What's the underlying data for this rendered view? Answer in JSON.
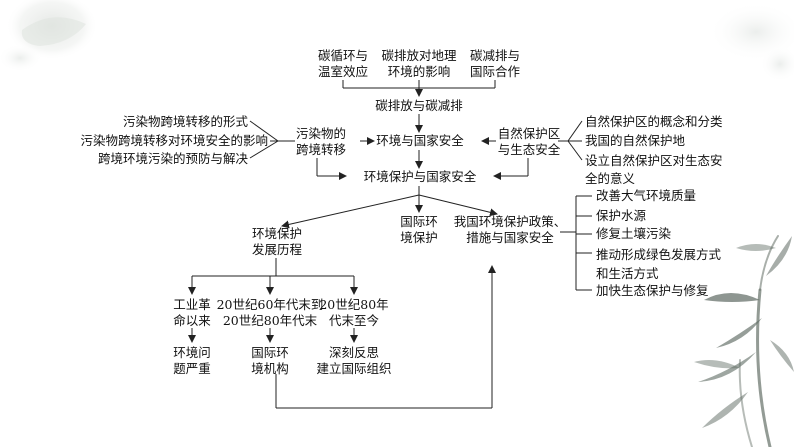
{
  "top_branch": {
    "carbon_cycle": "碳循环与\n温室效应",
    "carbon_emission_effect": "碳排放对地理\n环境的影响",
    "carbon_reduction_cooperation": "碳减排与\n国际合作",
    "carbon_emission_reduction": "碳排放与碳减排"
  },
  "left_branch": {
    "pollutant_transfer": "污染物的\n跨境转移",
    "items": [
      "污染物跨境转移的形式",
      "污染物跨境转移对环境安全的影响",
      "跨境环境污染的预防与解决"
    ]
  },
  "center": {
    "env_national_security": "环境与国家安全",
    "env_protection_national_security": "环境保护与国家安全"
  },
  "right_branch": {
    "nature_reserve": "自然保护区\n与生态安全",
    "items": [
      "自然保护区的概念和分类",
      "我国的自然保护地",
      "设立自然保护区对生态安\n全的意义"
    ]
  },
  "lower_branch": {
    "history": "环境保护\n发展历程",
    "international": "国际环\n境保护",
    "china_policy": "我国环境保护政策、\n措施与国家安全",
    "policy_items": [
      "改善大气环境质量",
      "保护水源",
      "修复土壤污染",
      "推动形成绿色发展方式\n和生活方式",
      "加快生态保护与修复"
    ],
    "stages": [
      "工业革\n命以来",
      "20世纪60年代末到\n20世纪80年代末",
      "20世纪80年\n代末至今"
    ],
    "stage_features": [
      "环境问\n题严重",
      "国际环\n境机构",
      "深刻反思\n建立国际组织"
    ]
  }
}
